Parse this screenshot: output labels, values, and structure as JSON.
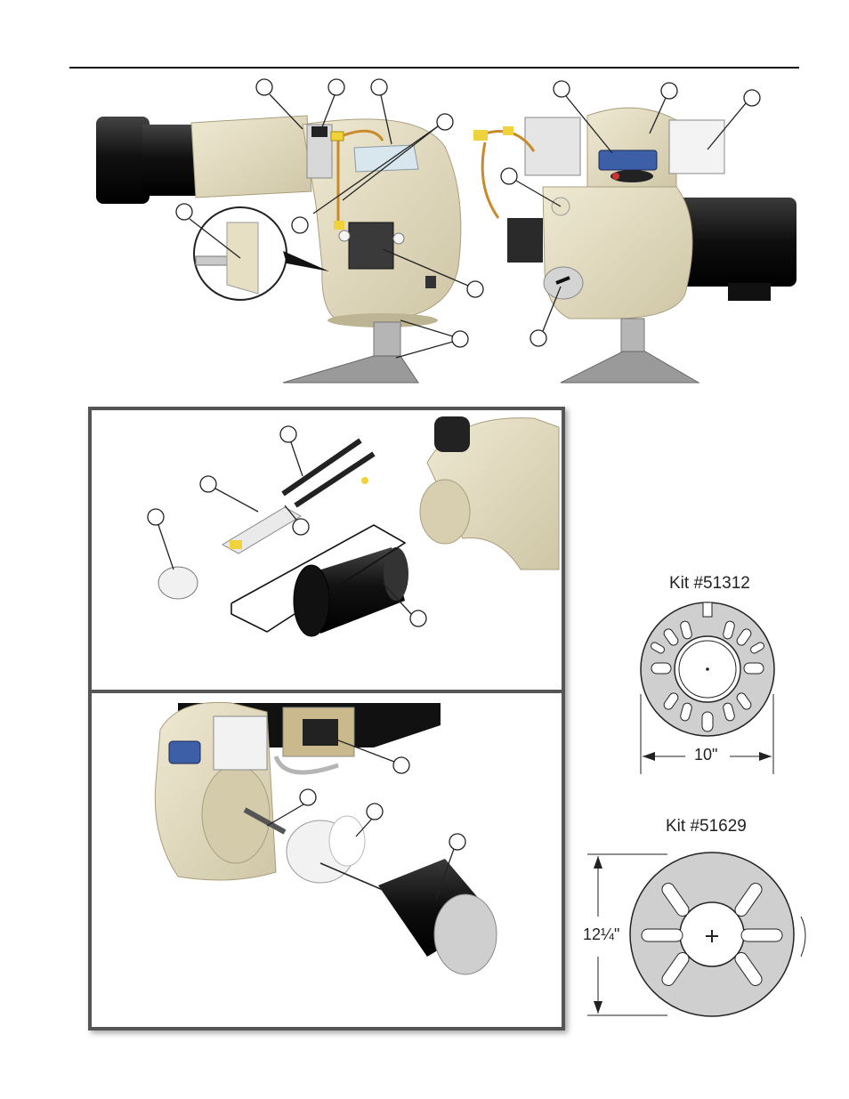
{
  "kits": [
    {
      "label": "Kit #51312",
      "dimension": "10\""
    },
    {
      "label": "Kit #51629",
      "dimension": "12¼\""
    }
  ],
  "colors": {
    "housing": "#e6dfc4",
    "housing_shadow": "#c9c0a0",
    "motor": "#1c1c1c",
    "plate": "#cfcfcf",
    "wire": "#c98a2a",
    "yellow": "#f0d23a",
    "display": "#3d5fa8"
  }
}
